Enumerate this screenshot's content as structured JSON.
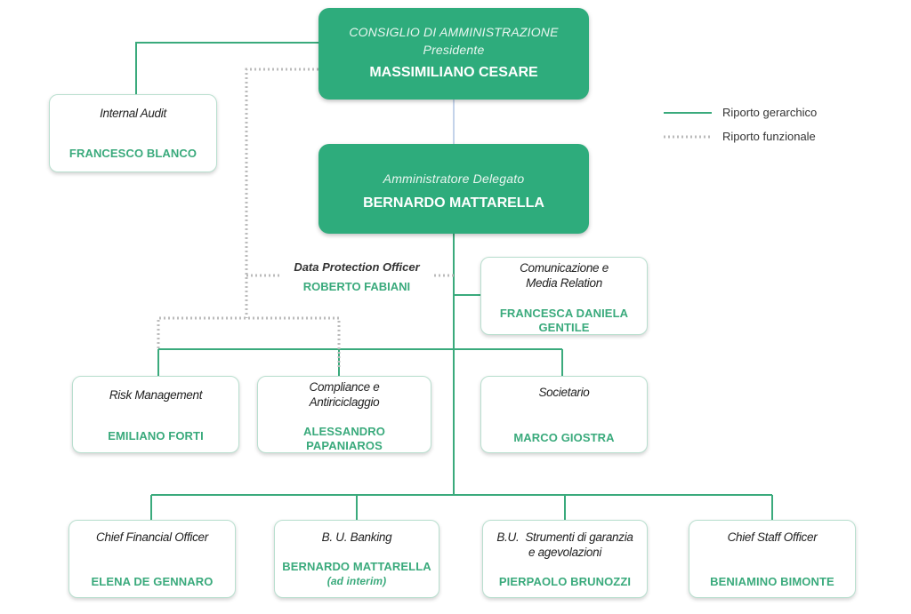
{
  "colors": {
    "accent": "#2eac7c",
    "name_text": "#3aaa7c",
    "line": "#3aaa7c",
    "dotted": "#bbbbbb"
  },
  "board": {
    "role": "CONSIGLIO DI AMMINISTRAZIONE",
    "subrole": "Presidente",
    "name": "MASSIMILIANO CESARE"
  },
  "ceo": {
    "role": "Amministratore Delegato",
    "name": "BERNARDO MATTARELLA"
  },
  "internal_audit": {
    "role": "Internal Audit",
    "name": "FRANCESCO BLANCO"
  },
  "dpo": {
    "role": "Data Protection Officer",
    "name": "ROBERTO FABIANI"
  },
  "communication": {
    "role_line1": "Comunicazione e",
    "role_line2": "Media Relation",
    "name_line1": "FRANCESCA DANIELA",
    "name_line2": "GENTILE"
  },
  "risk": {
    "role": "Risk Management",
    "name": "EMILIANO FORTI"
  },
  "compliance": {
    "role_line1": "Compliance e",
    "role_line2": "Antiriciclaggio",
    "name_line1": "ALESSANDRO",
    "name_line2": "PAPANIAROS"
  },
  "societario": {
    "role": "Societario",
    "name": "MARCO GIOSTRA"
  },
  "cfo": {
    "role": "Chief Financial Officer",
    "name": "ELENA DE GENNARO"
  },
  "banking": {
    "role": "B. U. Banking",
    "name": "BERNARDO MATTARELLA",
    "note": "(ad interim)"
  },
  "strumenti": {
    "role_line1": "B.U.  Strumenti di garanzia",
    "role_line2": "e agevolazioni",
    "name": "PIERPAOLO BRUNOZZI"
  },
  "cso": {
    "role": "Chief Staff Officer",
    "name": "BENIAMINO BIMONTE"
  },
  "legend": {
    "hierarchical": "Riporto gerarchico",
    "functional": "Riporto funzionale"
  }
}
